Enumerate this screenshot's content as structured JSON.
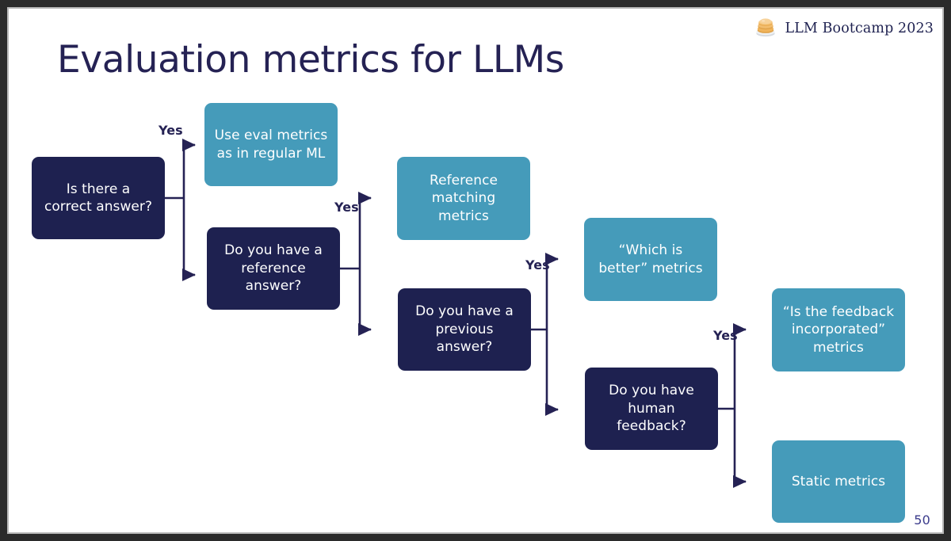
{
  "slide": {
    "title": "Evaluation metrics for LLMs",
    "page_number": "50",
    "brand": {
      "label": "LLM Bootcamp 2023",
      "icon": "pancake-stack-icon"
    },
    "colors": {
      "decision_node": "#1e2150",
      "outcome_node": "#459bba",
      "title_text": "#252254",
      "connector": "#252254",
      "canvas": "#ffffff",
      "frame": "#2b2b2b",
      "page_number": "#3c3c8c"
    }
  },
  "diagram": {
    "type": "flowchart",
    "nodes": [
      {
        "id": "q1",
        "kind": "decision",
        "label": "Is there a\ncorrect answer?"
      },
      {
        "id": "o1",
        "kind": "outcome",
        "label": "Use eval metrics\nas in regular ML"
      },
      {
        "id": "q2",
        "kind": "decision",
        "label": "Do you have a\nreference\nanswer?"
      },
      {
        "id": "o2",
        "kind": "outcome",
        "label": "Reference\nmatching\nmetrics"
      },
      {
        "id": "q3",
        "kind": "decision",
        "label": "Do you have a\nprevious\nanswer?"
      },
      {
        "id": "o3",
        "kind": "outcome",
        "label": "“Which is\nbetter” metrics"
      },
      {
        "id": "q4",
        "kind": "decision",
        "label": "Do you have\nhuman\nfeedback?"
      },
      {
        "id": "o4",
        "kind": "outcome",
        "label": "“Is the feedback\nincorporated”\nmetrics"
      },
      {
        "id": "o5",
        "kind": "outcome",
        "label": "Static metrics"
      }
    ],
    "edge_labels": [
      {
        "id": "yes1",
        "text": "Yes"
      },
      {
        "id": "yes2",
        "text": "Yes"
      },
      {
        "id": "yes3",
        "text": "Yes"
      },
      {
        "id": "yes4",
        "text": "Yes"
      }
    ]
  }
}
